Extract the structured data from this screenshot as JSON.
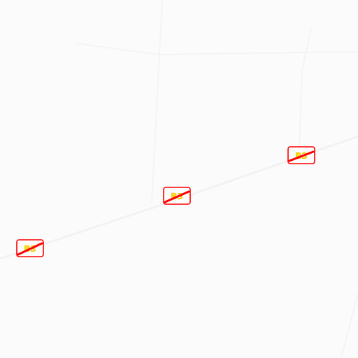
{
  "map": {
    "colors": {
      "background": "#fbfbfb",
      "road": "#f2f2f2",
      "shield_outline": "#ff0000",
      "shield_text": "#ffe100"
    },
    "shields": [
      {
        "label": "B3"
      },
      {
        "label": "B3"
      },
      {
        "label": "B3"
      }
    ]
  }
}
